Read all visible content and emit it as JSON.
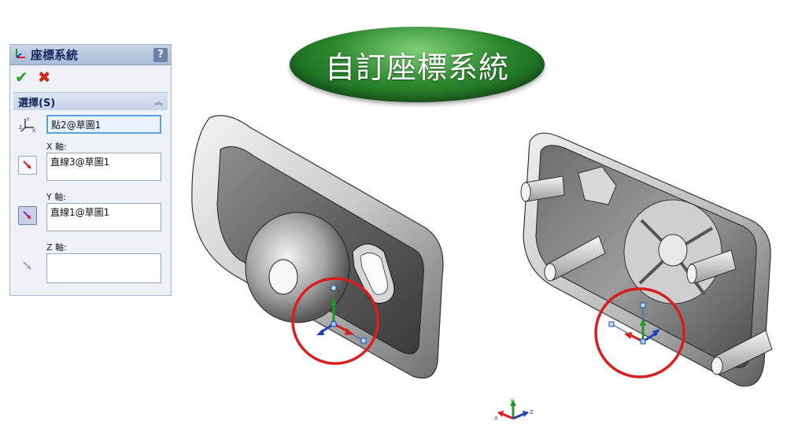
{
  "panel": {
    "title": "座標系統",
    "help": "?",
    "section_title": "選擇(S)",
    "origin_value": "點2@草圖1",
    "x_axis_label": "X 軸:",
    "x_axis_value": "直線3@草圖1",
    "y_axis_label": "Y 軸:",
    "y_axis_value": "直線1@草圖1",
    "z_axis_label": "Z 軸:",
    "z_axis_value": ""
  },
  "banner": {
    "title": "自訂座標系統"
  },
  "colors": {
    "x_axis": "#d42020",
    "y_axis": "#1f9a2a",
    "z_axis": "#2040b8",
    "highlight_circle": "#d81e1e",
    "pill_green": "#2d8a2f"
  },
  "triad": {
    "x": "X",
    "y": "Y",
    "z": "Z"
  }
}
